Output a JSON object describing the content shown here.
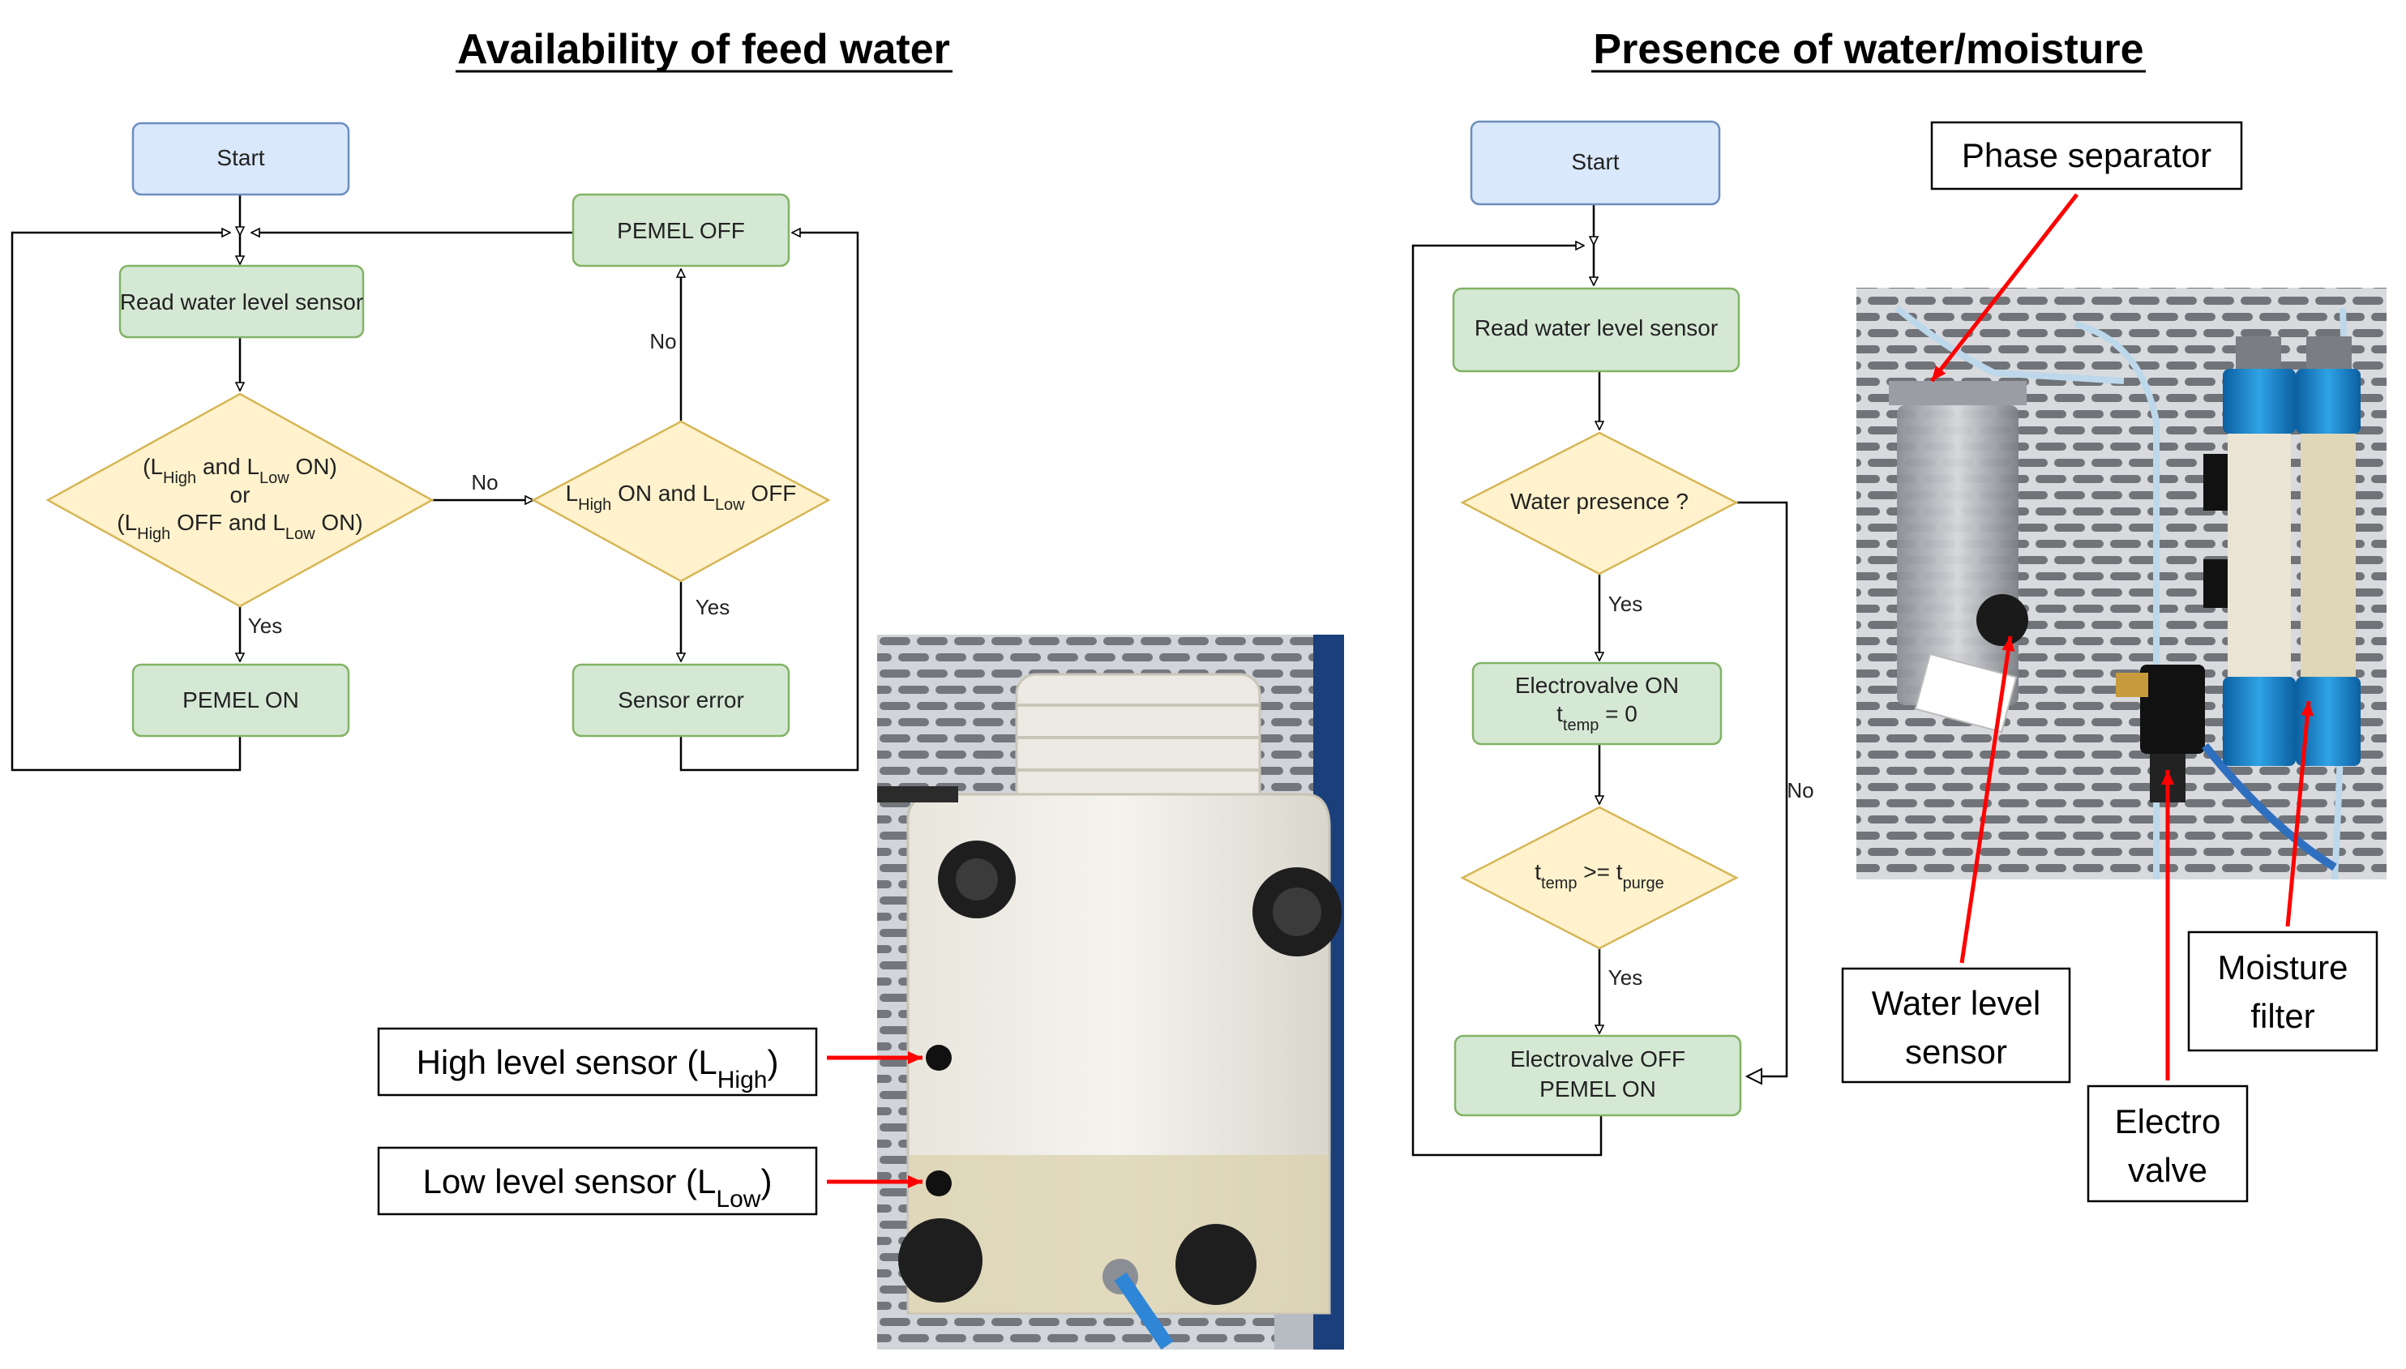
{
  "left": {
    "title": "Availability of feed water",
    "start": "Start",
    "read_sensor": "Read water level sensor",
    "cond1_line1": "(L",
    "cond1": {
      "l1a": "(L",
      "l1b": "High",
      "l1c": " and L",
      "l1d": "Low",
      "l1e": " ON)",
      "or": "or",
      "l3a": "(L",
      "l3b": "High",
      "l3c": " OFF and L",
      "l3d": "Low",
      "l3e": " ON)"
    },
    "cond2": {
      "a": "L",
      "b": "High",
      "c": " ON and L",
      "d": "Low",
      "e": " OFF"
    },
    "pemel_off": "PEMEL OFF",
    "pemel_on": "PEMEL ON",
    "sensor_error": "Sensor error",
    "no1": "No",
    "no2": "No",
    "yes1": "Yes",
    "yes2": "Yes",
    "callout_high": {
      "a": "High level sensor  (L",
      "b": "High",
      "c": ")"
    },
    "callout_low": {
      "a": "Low level sensor  (L",
      "b": "Low",
      "c": ")"
    }
  },
  "right": {
    "title": "Presence of water/moisture",
    "start": "Start",
    "read_sensor": "Read water level sensor",
    "water_presence": "Water presence ?",
    "valve_on_1": "Electrovalve ON",
    "valve_on_2": {
      "a": "t",
      "b": "temp",
      "c": " = 0"
    },
    "tcond": {
      "a": "t",
      "b": "temp",
      "c": " >= t",
      "d": "purge"
    },
    "valve_off_1": "Electrovalve OFF",
    "valve_off_2": "PEMEL ON",
    "yes1": "Yes",
    "yes2": "Yes",
    "no": "No",
    "callout_phase": "Phase separator",
    "callout_wls_1": "Water level",
    "callout_wls_2": "sensor",
    "callout_ev_1": "Electro",
    "callout_ev_2": "valve",
    "callout_mf_1": "Moisture",
    "callout_mf_2": "filter"
  }
}
